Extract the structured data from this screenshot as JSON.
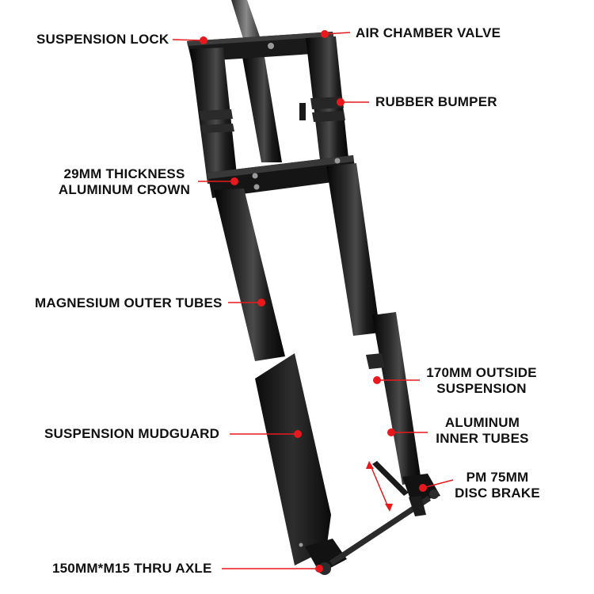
{
  "colors": {
    "accent": "#e8191c",
    "label": "#111111",
    "fork_body": "#141414"
  },
  "labels": {
    "suspension_lock": "SUSPENSION LOCK",
    "air_chamber_valve": "AIR CHAMBER VALVE",
    "rubber_bumper": "RUBBER BUMPER",
    "crown_line1": "29MM THICKNESS",
    "crown_line2": "ALUMINUM CROWN",
    "outer_tubes": "MAGNESIUM OUTER TUBES",
    "outside_susp_line1": "170MM OUTSIDE",
    "outside_susp_line2": "SUSPENSION",
    "inner_tubes_line1": "ALUMINUM",
    "inner_tubes_line2": "INNER TUBES",
    "mudguard": "SUSPENSION MUDGUARD",
    "disc_brake_line1": "PM 75MM",
    "disc_brake_line2": "DISC BRAKE",
    "thru_axle": "150MM*M15 THRU AXLE"
  }
}
